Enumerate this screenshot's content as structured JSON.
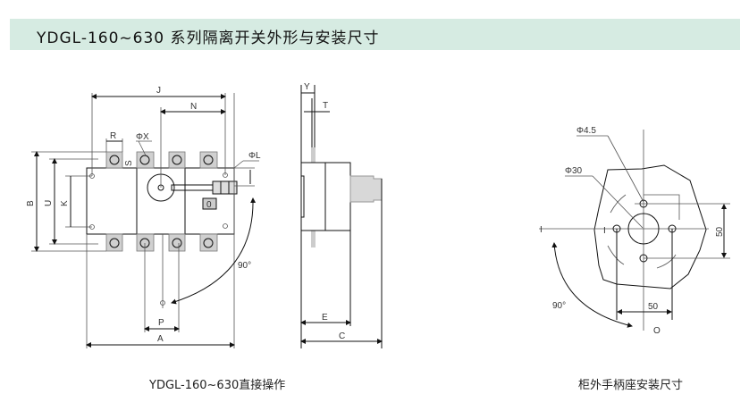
{
  "title": "YDGL-160~630 系列隔离开关外形与安装尺寸",
  "front_view": {
    "labels": {
      "J": "J",
      "N": "N",
      "R": "R",
      "phi_x": "ΦX",
      "phi_l": "ΦL",
      "S": "S",
      "B": "B",
      "U": "U",
      "K": "K",
      "P": "P",
      "A": "A",
      "angle": "90°",
      "indicator": "0"
    }
  },
  "side_view": {
    "labels": {
      "Y": "Y",
      "T": "T",
      "E": "E",
      "C": "C"
    }
  },
  "mount_view": {
    "labels": {
      "hole": "Φ4.5",
      "bore": "Φ30",
      "dim_v": "50",
      "dim_h": "50",
      "on": "I",
      "on2": "I",
      "off": "O",
      "angle": "90°"
    }
  },
  "captions": {
    "left": "YDGL-160~630直接操作",
    "right": "柜外手柄座安装尺寸"
  }
}
